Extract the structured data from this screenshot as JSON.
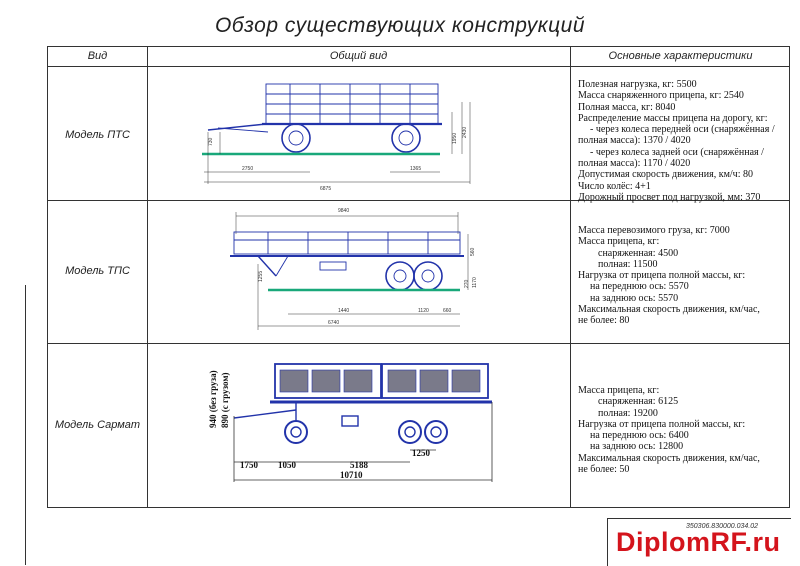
{
  "title": "Обзор существующих конструкций",
  "headers": {
    "view": "Вид",
    "general": "Общий вид",
    "specs": "Основные характеристики"
  },
  "rows": [
    {
      "model": "Модель ПТС",
      "specs": [
        "Полезная нагрузка, кг: 5500",
        "Масса снаряженного прицепа, кг: 2540",
        "Полная масса, кг: 8040",
        "Распределение массы прицепа на дорогу, кг:",
        "- через колеса передней оси (снаряжённая /",
        "полная масса): 1370 / 4020",
        "- через колеса задней оси (снаряжённая /",
        "полная масса): 1170 / 4020",
        "Допустимая скорость движения, км/ч: 80",
        "Число колёс: 4+1",
        "Дорожный просвет под нагрузкой, мм: 370"
      ],
      "dims": [
        "2750",
        "1365",
        "6875",
        "730",
        "1950",
        "2430"
      ]
    },
    {
      "model": "Модель ТПС",
      "specs": [
        "Масса перевозимого груза, кг: 7000",
        "Масса прицепа, кг:",
        "снаряженная: 4500",
        "полная: 11500",
        "Нагрузка от прицепа полной массы, кг:",
        "на переднюю ось: 5570",
        "на заднюю ось: 5570",
        "Максимальная скорость движения, км/час,",
        "не более: 80"
      ],
      "dims": [
        "9840",
        "1440",
        "1120",
        "660",
        "6740",
        "560",
        "1255",
        "270",
        "1170"
      ]
    },
    {
      "model": "Модель Сармат",
      "specs": [
        "Масса прицепа, кг:",
        "снаряженная: 6125",
        "полная: 19200",
        "Нагрузка от прицепа полной массы, кг:",
        "на переднюю ось: 6400",
        "на заднюю ось: 12800",
        "Максимальная скорость движения, км/час,",
        "не более: 50"
      ],
      "dims": [
        "1750",
        "1050",
        "5188",
        "1250",
        "10710",
        "940 (без груза)",
        "890 (с грузом)"
      ]
    }
  ],
  "stamp_code": "350306.830000.034.02",
  "watermark": "DiplomRF.ru",
  "colors": {
    "line": "#333333",
    "trailer": "#2233aa",
    "ground": "#19a87a",
    "watermark": "#d4141c"
  }
}
